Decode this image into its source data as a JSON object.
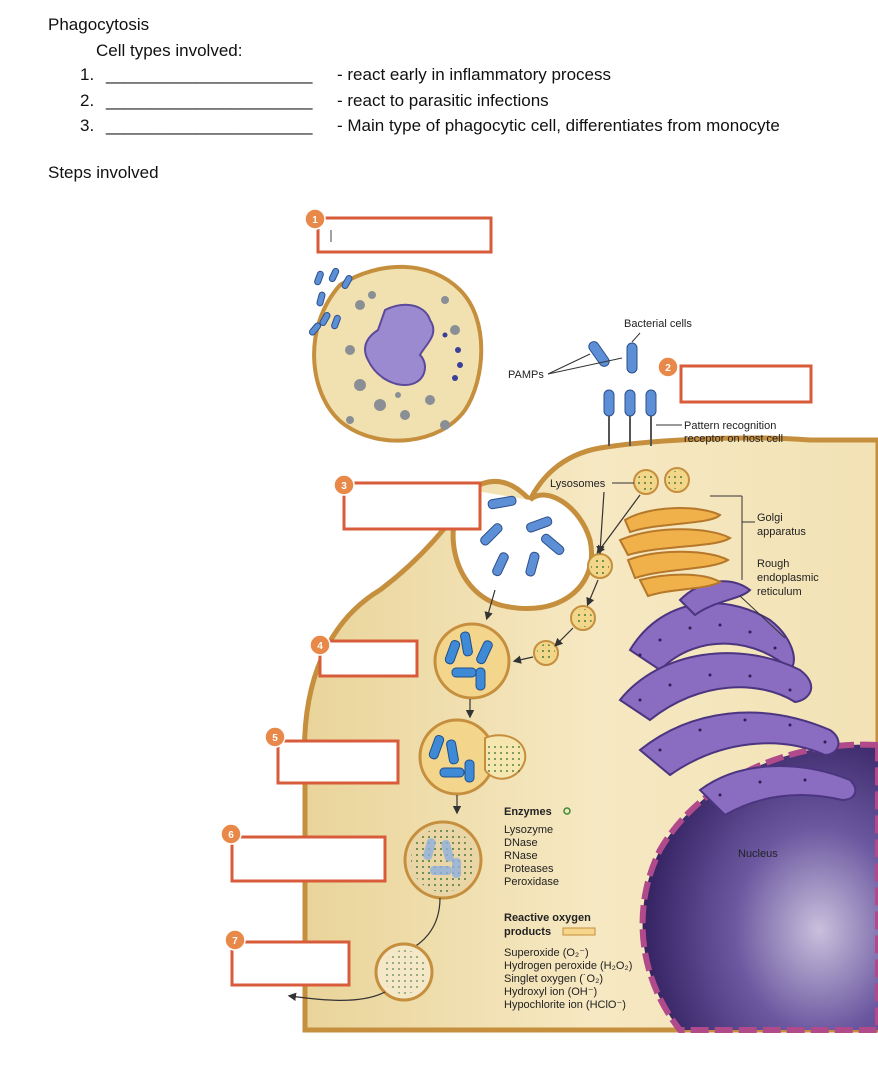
{
  "header": {
    "title": "Phagocytosis",
    "cell_types_heading": "Cell types involved:",
    "items": [
      {
        "number": "1.",
        "blank": "_______________________",
        "description": "- react early in inflammatory process"
      },
      {
        "number": "2.",
        "blank": "_______________________",
        "description": "- react to parasitic infections"
      },
      {
        "number": "3.",
        "blank": "_______________________",
        "description": "- Main type of phagocytic cell, differentiates from monocyte"
      }
    ],
    "steps_heading": "Steps involved"
  },
  "diagram": {
    "step_numbers": [
      "1",
      "2",
      "3",
      "4",
      "5",
      "6",
      "7"
    ],
    "labels": {
      "bacterial_cells": "Bacterial cells",
      "pamps": "PAMPs",
      "pattern_recognition_1": "Pattern recognition",
      "pattern_recognition_2": "receptor on host cell",
      "lysosomes": "Lysosomes",
      "golgi_1": "Golgi",
      "golgi_2": "apparatus",
      "rer_1": "Rough",
      "rer_2": "endoplasmic",
      "rer_3": "reticulum",
      "nucleus": "Nucleus",
      "enzymes_heading": "Enzymes",
      "enzymes": [
        "Lysozyme",
        "DNase",
        "RNase",
        "Proteases",
        "Peroxidase"
      ],
      "reactive_heading_1": "Reactive oxygen",
      "reactive_heading_2": "products",
      "reactive": [
        "Superoxide (O₂⁻)",
        "Hydrogen peroxide (H₂O₂)",
        "Singlet oxygen (˙O₂)",
        "Hydroxyl ion (OH⁻)",
        "Hypochlorite ion (HClO⁻)"
      ]
    },
    "colors": {
      "cytoplasm": "#f3e4b8",
      "membrane": "#c9954a",
      "bacteria": "#3f6fb5",
      "label_box": "#d95c3a",
      "step_circle": "#e8894a",
      "er": "#6b4f9e",
      "nucleus": "#3a2466"
    }
  }
}
